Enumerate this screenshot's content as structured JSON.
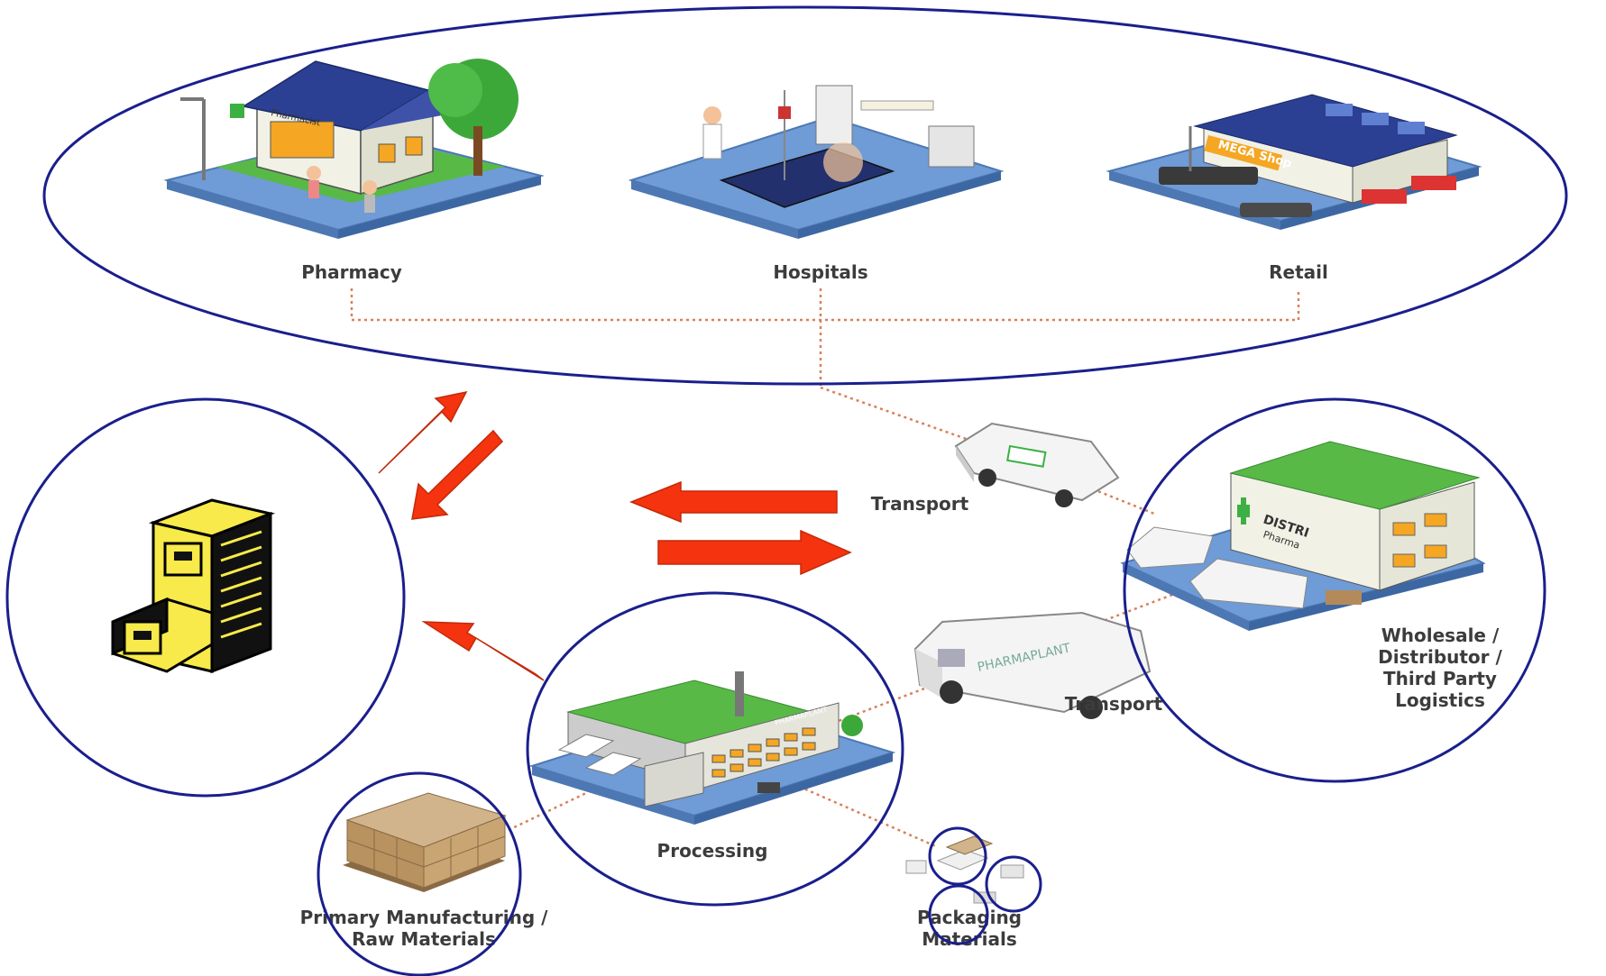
{
  "colors": {
    "ring": "#1a1f8c",
    "arrow": "#f5330f",
    "arrow_outline": "#c22a0a",
    "dotted_link": "#d9805a",
    "ground": "#6f9bd6",
    "ground_edge": "#4d78b3",
    "grass": "#58b947",
    "roof_blue": "#2b3f93",
    "wall": "#f1f1e6",
    "cabinet_yellow": "#f7ea4a"
  },
  "labels": {
    "pharmacy": "Pharmacy",
    "hospitals": "Hospitals",
    "retail": "Retail",
    "transport_top": "Transport",
    "transport_bottom": "Transport",
    "wholesale_1": "Wholesale /",
    "wholesale_2": "Distributor /",
    "wholesale_3": "Third Party",
    "wholesale_4": "Logistics",
    "processing": "Processing",
    "primary_1": "Primary Manufacturing /",
    "primary_2": "Raw Materials",
    "packaging_1": "Packaging",
    "packaging_2": "Materials"
  },
  "signage": {
    "pharmacist": "Pharmacist",
    "mega_shop": "MEGA Shop",
    "distri": "DISTRI",
    "pharma": "Pharma",
    "pharmaplant": "PHARMAPLANT"
  },
  "icons": {
    "records": "file-cabinet-icon",
    "pharmacy": "pharmacy-building-icon",
    "hospital": "hospital-room-icon",
    "retail": "supermarket-icon",
    "distributor": "warehouse-icon",
    "factory": "factory-icon",
    "van": "delivery-van-icon",
    "pallet": "pallet-boxes-icon",
    "packaging": "packaging-icon"
  }
}
